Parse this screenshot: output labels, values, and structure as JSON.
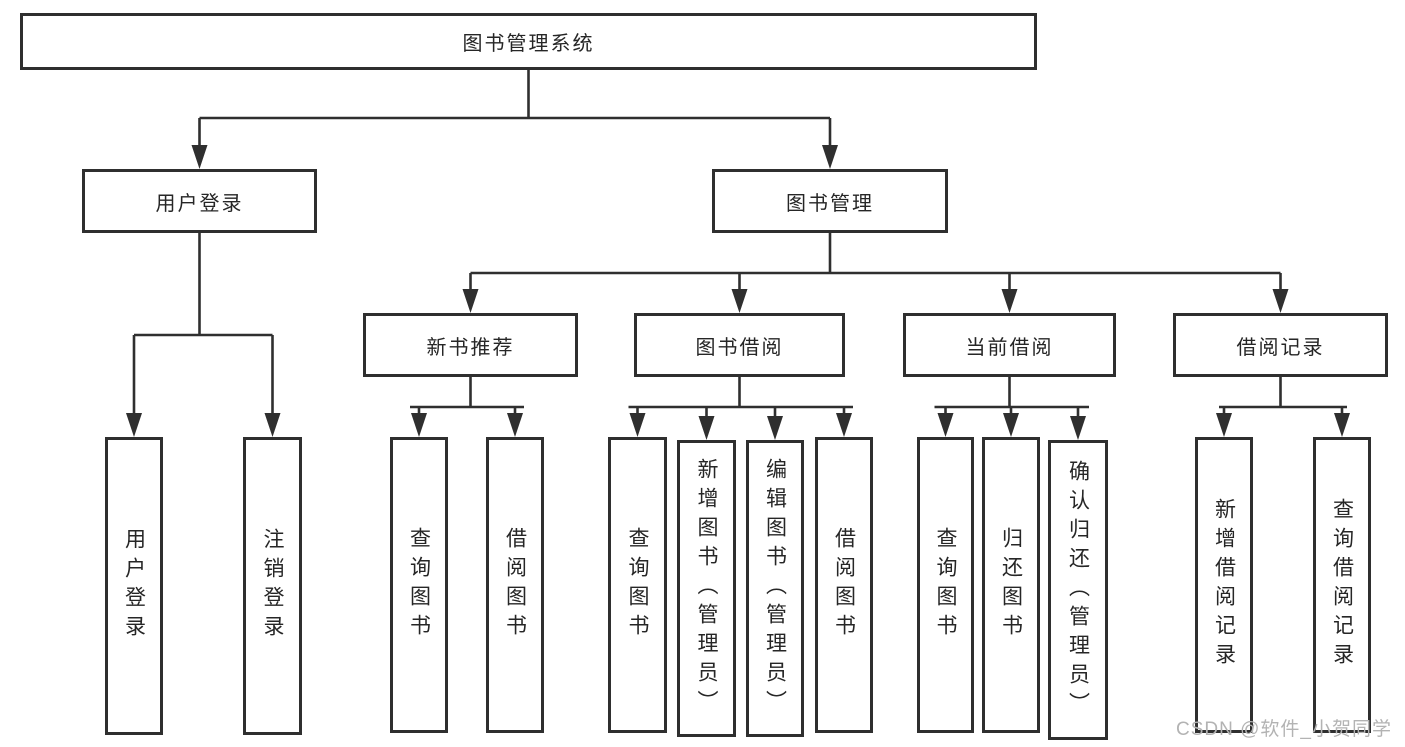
{
  "diagram_type": "hierarchy-tree",
  "watermark": {
    "text": "CSDN @软件_小贺同学"
  },
  "colors": {
    "line": "#2f2f2f",
    "box_border": "#2f2f2f",
    "box_background": "#ffffff",
    "text": "#262626",
    "background": "#ffffff",
    "watermark": "#b3b3b3"
  },
  "nodes": [
    {
      "id": "root",
      "label": "图书管理系统",
      "parent": null,
      "text_direction": "horizontal"
    },
    {
      "id": "user-login",
      "label": "用户登录",
      "parent": "root",
      "text_direction": "horizontal"
    },
    {
      "id": "book-mgmt",
      "label": "图书管理",
      "parent": "root",
      "text_direction": "horizontal"
    },
    {
      "id": "new-book-rec",
      "label": "新书推荐",
      "parent": "book-mgmt",
      "text_direction": "horizontal"
    },
    {
      "id": "book-borrow",
      "label": "图书借阅",
      "parent": "book-mgmt",
      "text_direction": "horizontal"
    },
    {
      "id": "current-borrow",
      "label": "当前借阅",
      "parent": "book-mgmt",
      "text_direction": "horizontal"
    },
    {
      "id": "borrow-records",
      "label": "借阅记录",
      "parent": "book-mgmt",
      "text_direction": "horizontal"
    },
    {
      "id": "login",
      "label": "用户登录",
      "parent": "user-login",
      "text_direction": "vertical"
    },
    {
      "id": "logout",
      "label": "注销登录",
      "parent": "user-login",
      "text_direction": "vertical"
    },
    {
      "id": "rec-search-book",
      "label": "查询图书",
      "parent": "new-book-rec",
      "text_direction": "vertical"
    },
    {
      "id": "rec-borrow-book",
      "label": "借阅图书",
      "parent": "new-book-rec",
      "text_direction": "vertical"
    },
    {
      "id": "bb-search-book",
      "label": "查询图书",
      "parent": "book-borrow",
      "text_direction": "vertical"
    },
    {
      "id": "bb-add-book",
      "label": "新增图书（管理员）",
      "parent": "book-borrow",
      "text_direction": "vertical"
    },
    {
      "id": "bb-edit-book",
      "label": "编辑图书（管理员）",
      "parent": "book-borrow",
      "text_direction": "vertical"
    },
    {
      "id": "bb-borrow-book",
      "label": "借阅图书",
      "parent": "book-borrow",
      "text_direction": "vertical"
    },
    {
      "id": "cb-search-book",
      "label": "查询图书",
      "parent": "current-borrow",
      "text_direction": "vertical"
    },
    {
      "id": "cb-return-book",
      "label": "归还图书",
      "parent": "current-borrow",
      "text_direction": "vertical"
    },
    {
      "id": "cb-confirm-return",
      "label": "确认归还（管理员）",
      "parent": "current-borrow",
      "text_direction": "vertical"
    },
    {
      "id": "br-add-record",
      "label": "新增借阅记录",
      "parent": "borrow-records",
      "text_direction": "vertical"
    },
    {
      "id": "br-search-record",
      "label": "查询借阅记录",
      "parent": "borrow-records",
      "text_direction": "vertical"
    }
  ]
}
